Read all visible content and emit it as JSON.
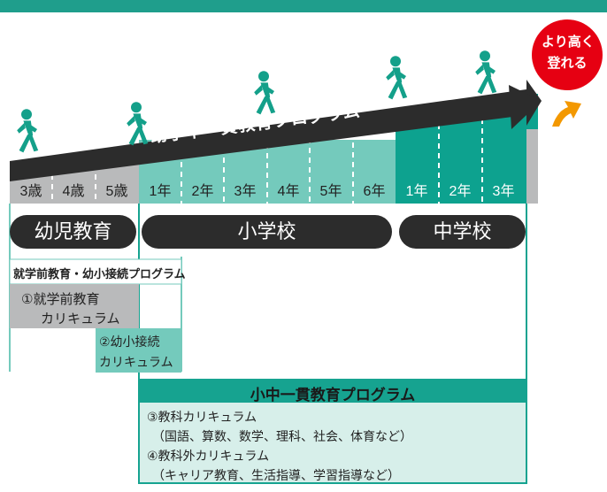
{
  "colors": {
    "top_bar": "#1f9e8c",
    "preschool_gray": "#b9babb",
    "elementary_light": "#74cabc",
    "junior_high": "#0da28f",
    "arrow_dark": "#2c2c2c",
    "panel_teal": "#16a390",
    "panel_light": "#d7efea",
    "badge_red": "#e60012",
    "up_arrow_orange": "#f39800",
    "figure_teal": "#14a08a"
  },
  "badge": {
    "line1": "より高く",
    "line2": "登れる"
  },
  "arrow_title": "幼小中一貫教育プログラム",
  "grades": {
    "preschool": [
      "3歳",
      "4歳",
      "5歳"
    ],
    "elementary": [
      "1年",
      "2年",
      "3年",
      "4年",
      "5年",
      "6年"
    ],
    "junior_high": [
      "1年",
      "2年",
      "3年"
    ]
  },
  "stages": {
    "preschool": "幼児教育",
    "elementary": "小学校",
    "junior_high": "中学校"
  },
  "preschool_program": {
    "heading": "就学前教育・幼小接続プログラム",
    "item1_line1": "①就学前教育",
    "item1_line2": "カリキュラム",
    "item2_line1": "②幼小接続",
    "item2_line2": "カリキュラム"
  },
  "integrated_program": {
    "heading": "小中一貫教育プログラム",
    "item3": "③教科カリキュラム",
    "item3_detail": "（国語、算数、数学、理科、社会、体育など）",
    "item4": "④教科外カリキュラム",
    "item4_detail": "（キャリア教育、生活指導、学習指導など）"
  }
}
